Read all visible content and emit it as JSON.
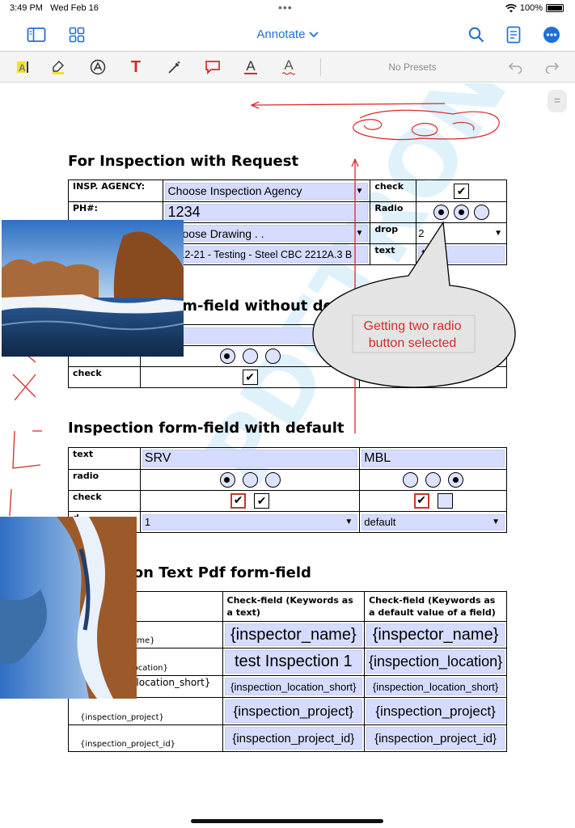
{
  "status": {
    "time": "3:49 PM",
    "date": "Wed Feb 16",
    "battery": "100%"
  },
  "navbar": {
    "title": "Annotate"
  },
  "toolbar": {
    "presets": "No Presets",
    "text_tool_glyph": "T",
    "text_color_glyph": "A",
    "text_underline_glyph": "A"
  },
  "section1": {
    "heading": "For Inspection  with Request",
    "agency_label": "INSP. AGENCY:",
    "agency_value": "Choose Inspection Agency",
    "ph_label": "PH#:",
    "ph_value": "1234",
    "drawing_value": "Choose Drawing . .",
    "testing_value": "2212-21 - Testing - Steel  CBC  2212A.3 B",
    "check_label": "check",
    "radio_label": "Radio",
    "drop_label": "drop",
    "drop_value": "2",
    "text_label": "text",
    "text_value": "t",
    "check_glyph": "✔"
  },
  "section2": {
    "heading": "Inspection form-field without default",
    "check_label": "check",
    "check_glyph": "✔"
  },
  "section3": {
    "heading": "Inspection form-field with default",
    "text_label": "text",
    "radio_label": "radio",
    "check_label": "check",
    "drop_label": "d",
    "srv_value": "SRV",
    "mbl_value": "MBL",
    "drop_value_1": "1",
    "drop_value_2": "default",
    "check_glyph": "✔"
  },
  "section4": {
    "heading": "Inspection Text Pdf  form-field",
    "col2_header": "Check-field (Keywords as a text)",
    "col3_header": "Check-field (Keywords  as  a default value of a field)",
    "rows": [
      {
        "label": "{inspector_name}",
        "col2": "{inspector_name}",
        "col3": "{inspector_name}"
      },
      {
        "label": "{inspection_location}",
        "col2": "test Inspection 1",
        "col3": "{inspection_location}"
      },
      {
        "label": "{inspection_location_short}",
        "col2": "{inspection_location_short}",
        "col3": "{inspection_location_short}"
      },
      {
        "label": "{inspection_project}",
        "col2": "{inspection_project}",
        "col3": "{inspection_project}"
      },
      {
        "label": "{inspection_project_id}",
        "col2": "{inspection_project_id}",
        "col3": "{inspection_project_id}"
      }
    ]
  },
  "annotation": {
    "line1": "Getting  two radio",
    "line2": "button selected"
  },
  "watermark": "PDFTRON",
  "colors": {
    "accent": "#1f6fd6",
    "field_fill": "#d6dcff",
    "ink_red": "#d62a2a"
  }
}
